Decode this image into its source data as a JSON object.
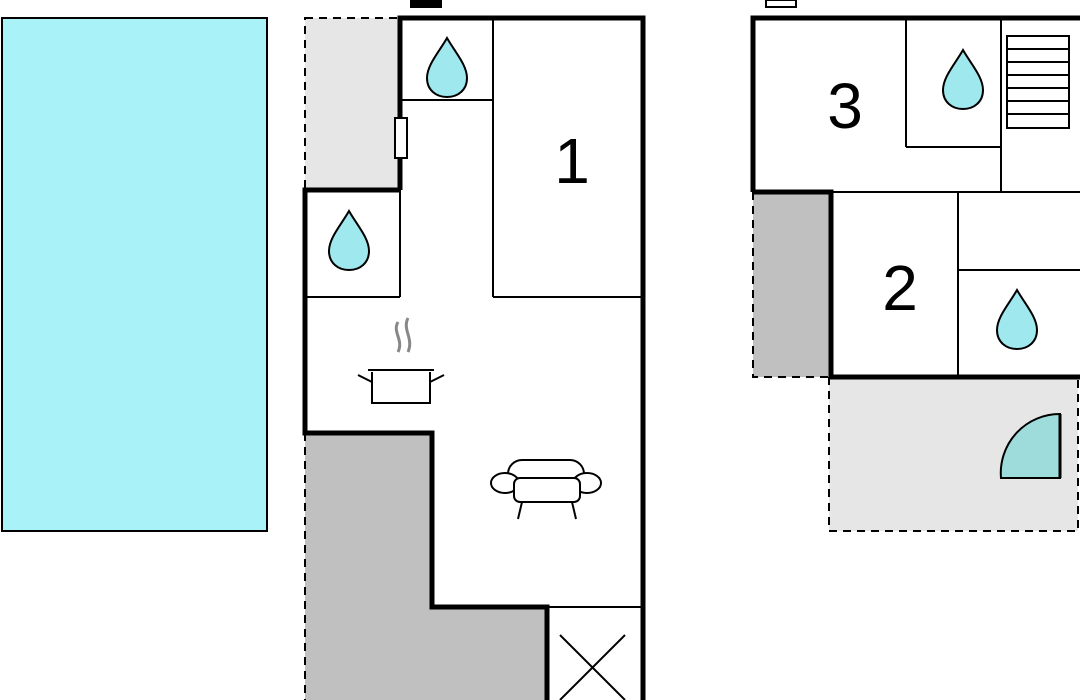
{
  "floor_plan": {
    "colors": {
      "wall": "#000000",
      "pool": "#a9f2f7",
      "outdoor_area": "#e6e6e6",
      "dark_area": "#c0c0c0",
      "water_drop": "#9ee8ee",
      "door_swing": "#9edcdc",
      "background": "#ffffff"
    },
    "rooms": [
      {
        "id": "bedroom-1",
        "label": "1"
      },
      {
        "id": "bedroom-2",
        "label": "2"
      },
      {
        "id": "bedroom-3",
        "label": "3"
      }
    ],
    "icons": [
      "water-drop-icon",
      "cooking-pot-icon",
      "armchair-icon",
      "staircase-icon",
      "door-swing-icon",
      "cross-box-icon"
    ],
    "pool": {
      "shape": "rectangle"
    }
  }
}
